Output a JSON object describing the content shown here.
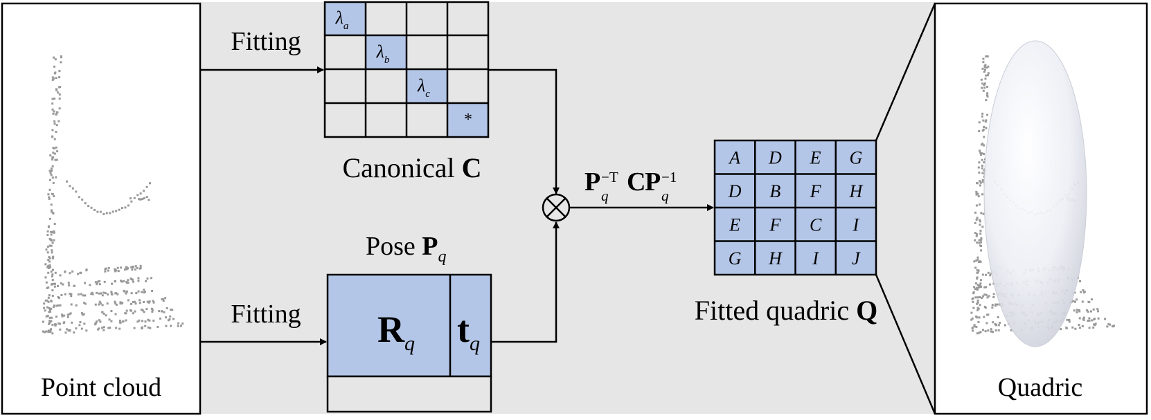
{
  "panels": {
    "point_cloud_caption": "Point cloud",
    "quadric_caption": "Quadric"
  },
  "flow": {
    "fitting_top": "Fitting",
    "fitting_bottom": "Fitting"
  },
  "canonical": {
    "label": "Canonical",
    "symbol": "C",
    "diag_symbol": "λ",
    "diag_subscripts": [
      "a",
      "b",
      "c"
    ],
    "last_cell": "*"
  },
  "pose": {
    "label": "Pose",
    "symbol": "P",
    "subscript": "q",
    "rotation_symbol": "R",
    "translation_symbol": "t"
  },
  "operator": {
    "symbol": "⊗",
    "formula": {
      "p1": "P",
      "sub1": "q",
      "sup1": "−T",
      "c": "C",
      "p2": "P",
      "sub2": "q",
      "sup2": "−1"
    }
  },
  "quadric_matrix": {
    "label": "Fitted quadric",
    "symbol": "Q",
    "cells": [
      [
        "A",
        "D",
        "E",
        "G"
      ],
      [
        "D",
        "B",
        "F",
        "H"
      ],
      [
        "E",
        "F",
        "C",
        "I"
      ],
      [
        "G",
        "H",
        "I",
        "J"
      ]
    ]
  },
  "colors": {
    "background_panel": "#e6e6e6",
    "matrix_fill": "#b4c6e7",
    "stroke": "#000000",
    "points": "#999999"
  }
}
